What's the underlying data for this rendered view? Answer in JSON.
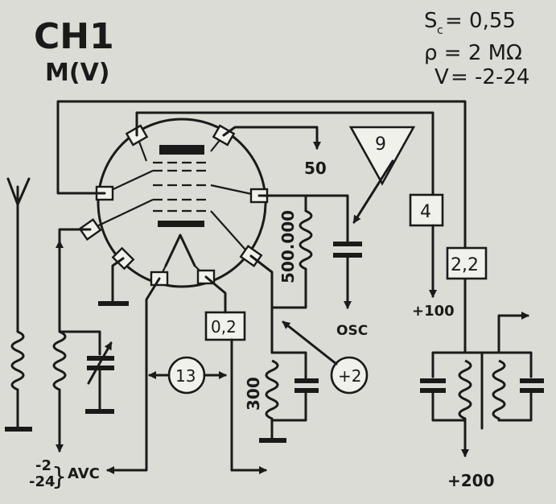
{
  "tube": {
    "name": "CH1",
    "class": "M(V)",
    "params": [
      "S",
      "c",
      "= 0,55",
      "ρ = 2 MΩ",
      "V",
      "= -2-24"
    ]
  },
  "labels": {
    "anode_load": "500.000",
    "cathode_r": "300",
    "box_4": "4",
    "box_22": "2,2",
    "box_02": "0,2",
    "tri_9": "9",
    "circle_13": "13",
    "circle_p2": "+2",
    "v_50": "50",
    "v_100": "+100",
    "v_200": "+200",
    "osc": "OSC",
    "avc_lines": [
      "-2",
      "-24"
    ],
    "avc": "AVC"
  }
}
